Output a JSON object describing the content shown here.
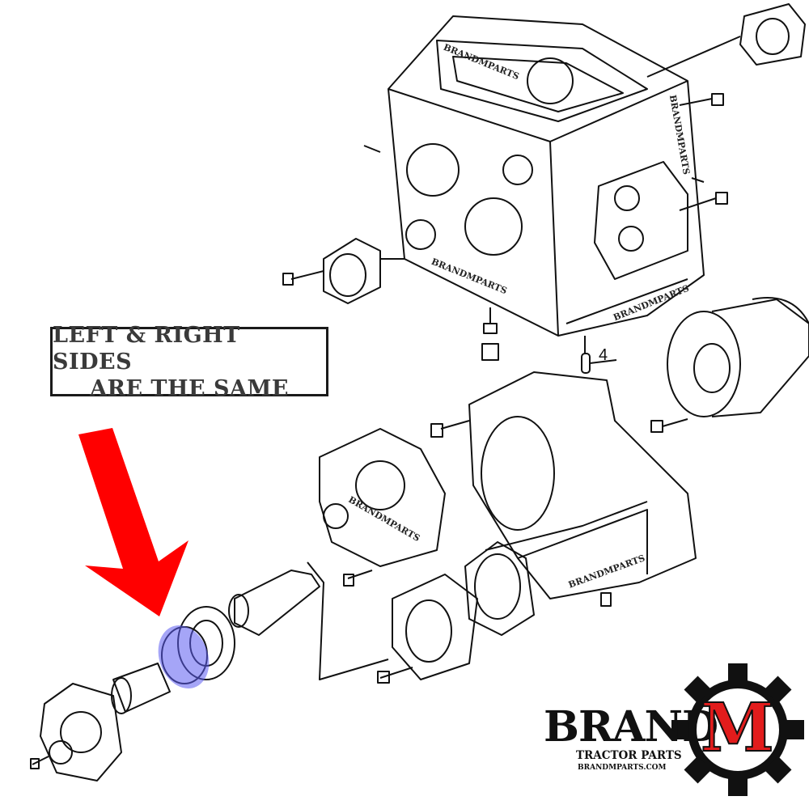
{
  "note": {
    "line1": "LEFT & RIGHT SIDES",
    "line2": "ARE THE SAME"
  },
  "callouts": [
    {
      "label": "4"
    }
  ],
  "watermarks": [
    {
      "text": "BRANDMPARTS"
    },
    {
      "text": "BRANDMPARTS"
    },
    {
      "text": "BRANDMPARTS"
    },
    {
      "text": "BRANDMPARTS"
    },
    {
      "text": "BRANDMPARTS"
    },
    {
      "text": "BRANDMPARTS"
    }
  ],
  "logo": {
    "brand": "BRAND",
    "letter": "M",
    "subtitle": "TRACTOR PARTS",
    "url": "BRANDMPARTS.COM"
  },
  "colors": {
    "arrow": "#ff0000",
    "highlight": "#5b5bf0",
    "logo_red": "#e21c1c",
    "ink": "#111111"
  },
  "highlighted_part": "seal"
}
